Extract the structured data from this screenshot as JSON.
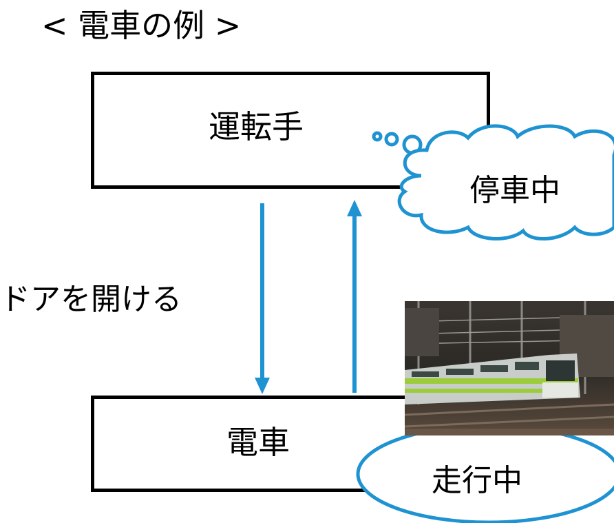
{
  "title": "< 電車の例 >",
  "driver_label": "運転手",
  "train_label": "電車",
  "command_label": "ドアを開ける",
  "driver_thought": "停車中",
  "train_state": "走行中",
  "colors": {
    "arrow": "#1f93d2",
    "cloud_stroke": "#1f93d2",
    "box_stroke": "#000000"
  },
  "photo_subject": "green-striped commuter train on tracks under overhead catenary"
}
